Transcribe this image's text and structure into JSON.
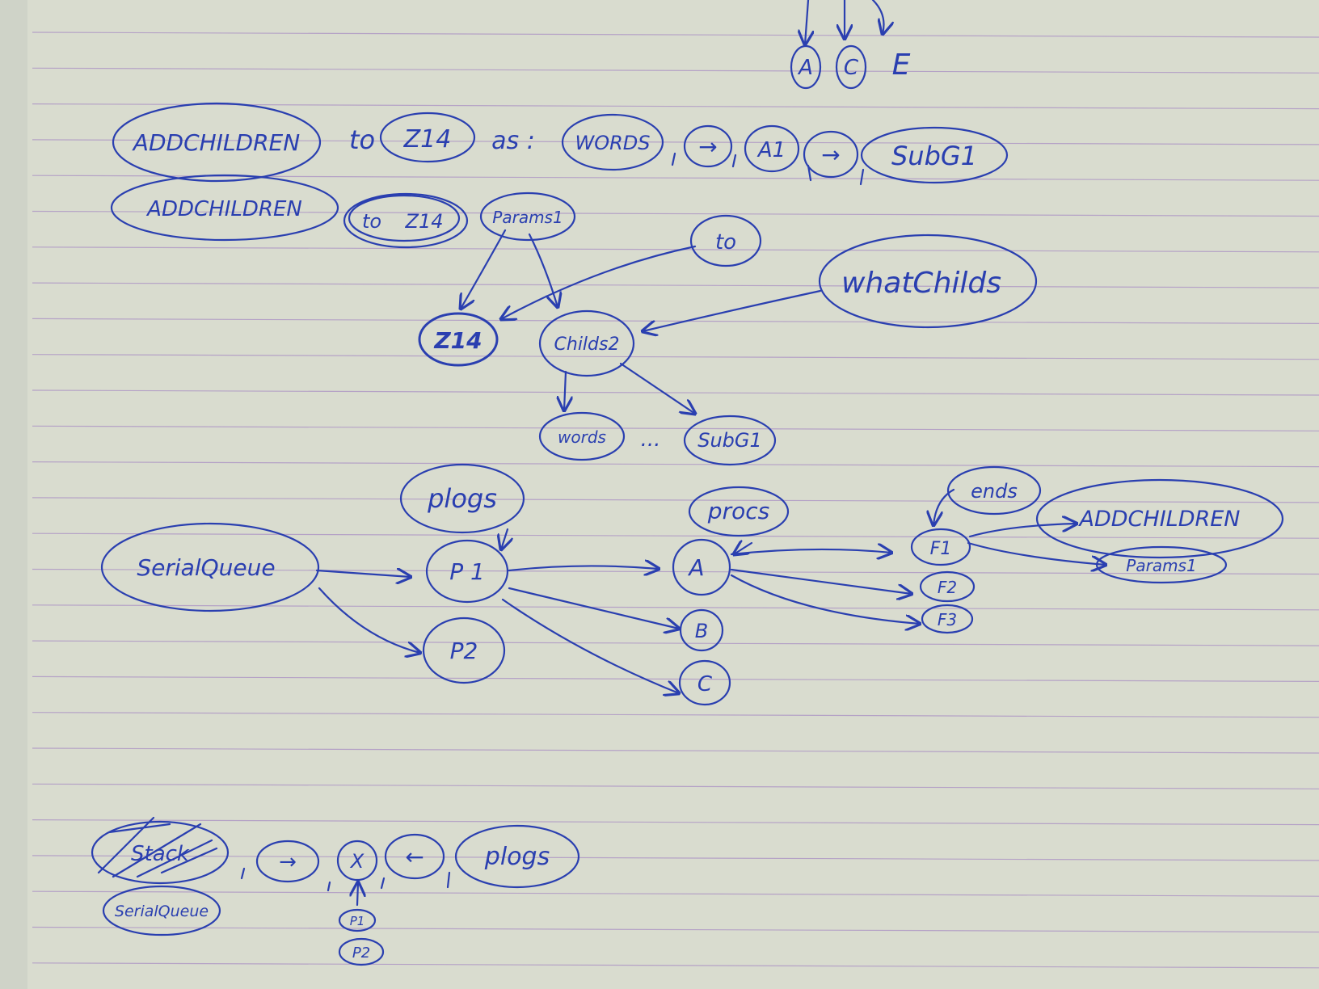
{
  "ink_color": "#2a3fb0",
  "paper_color": "#d9dccf",
  "rule_color": "#a98fc4",
  "top": {
    "nodes": [
      "A",
      "C"
    ],
    "plain": [
      "E"
    ]
  },
  "line1": {
    "label": "ADDCHILDREN",
    "to_word": "to",
    "target": "Z14",
    "as_word": "as :",
    "item1": "WORDS",
    "arrow1": "→",
    "item2": "A1",
    "arrow2": "→",
    "item3": "SubG1"
  },
  "line2": {
    "label": "ADDCHILDREN",
    "to_box": "to",
    "target": "Z14",
    "params": "Params1"
  },
  "graph1": {
    "params": "Params1",
    "to": "to",
    "whatchilds": "whatChilds",
    "z14": "Z14",
    "childs": "Childs2",
    "words": "words",
    "ellipsis": "...",
    "subg1": "SubG1"
  },
  "graph2": {
    "serialqueue": "SerialQueue",
    "plogs": "plogs",
    "p1": "P 1",
    "p2": "P2",
    "procs": "procs",
    "a": "A",
    "b": "B",
    "c": "C",
    "ends": "ends",
    "f1": "F1",
    "f2": "F2",
    "f3": "F3",
    "addchildren": "ADDCHILDREN",
    "params1": "Params1"
  },
  "bottom": {
    "crossed": "Stack",
    "arrow1": "→",
    "x": "X",
    "arrow2": "←",
    "plogs": "plogs",
    "serialqueue": "SerialQueue",
    "p1": "P1",
    "p2": "P2"
  }
}
